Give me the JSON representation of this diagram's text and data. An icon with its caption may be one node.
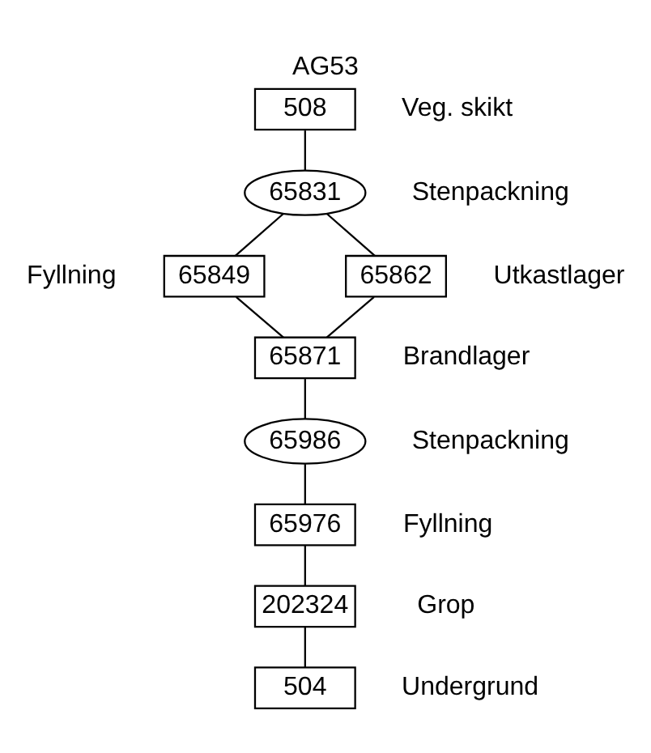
{
  "diagram": {
    "title": "AG53",
    "nodes": [
      {
        "text": [
          "508"
        ],
        "beside": [
          "Veg. skikt"
        ]
      },
      {
        "text": [
          "65831"
        ],
        "beside": [
          "Stenpackning"
        ]
      },
      {
        "text": [
          "65849"
        ],
        "beside": [
          "Fyllning"
        ]
      },
      {
        "text": [
          "65862"
        ],
        "beside": [
          "Utkastlager"
        ]
      },
      {
        "text": [
          "65871"
        ],
        "beside": [
          "Brandlager"
        ]
      },
      {
        "text": [
          "65986"
        ],
        "beside": [
          "Stenpackning"
        ]
      },
      {
        "text": [
          "65976"
        ],
        "beside": [
          "Fyllning"
        ]
      },
      {
        "text": [
          "202324"
        ],
        "beside": [
          "Grop"
        ]
      },
      {
        "text": [
          "504"
        ],
        "beside": [
          "Undergrund"
        ]
      }
    ],
    "edges": [
      {
        "from": 0,
        "to": 1,
        "arrow": "none"
      },
      {
        "from": 1,
        "to": 2,
        "arrow": "none"
      },
      {
        "from": 1,
        "to": 3,
        "arrow": "none"
      },
      {
        "from": 2,
        "to": 4,
        "arrow": "none"
      },
      {
        "from": 3,
        "to": 4,
        "arrow": "none"
      },
      {
        "from": 4,
        "to": 5,
        "arrow": "none"
      },
      {
        "from": 5,
        "to": 6,
        "arrow": "none"
      },
      {
        "from": 6,
        "to": 7,
        "arrow": "none"
      },
      {
        "from": 7,
        "to": 8,
        "arrow": "none"
      }
    ]
  }
}
